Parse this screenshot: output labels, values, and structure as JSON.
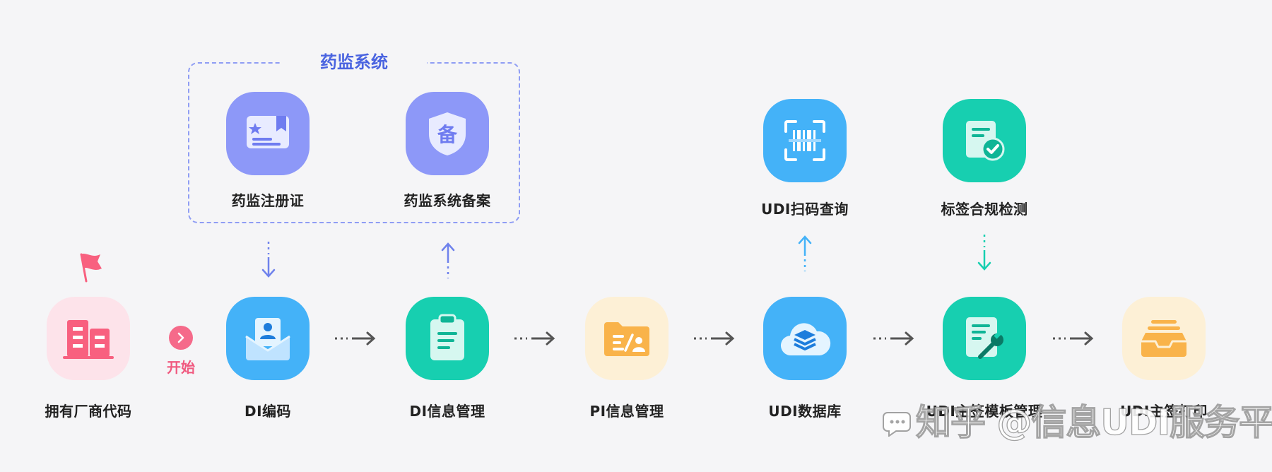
{
  "group": {
    "title": "药监系统"
  },
  "nodes": {
    "manufacturer": {
      "label": "拥有厂商代码",
      "icon": "building-icon",
      "color": "#f8607f"
    },
    "di_code": {
      "label": "DI编码",
      "icon": "id-card-envelope-icon",
      "color": "#44b2f8"
    },
    "di_info": {
      "label": "DI信息管理",
      "icon": "clipboard-icon",
      "color": "#17cfb0"
    },
    "pi_info": {
      "label": "PI信息管理",
      "icon": "folder-edit-icon",
      "color": "#f9b34a"
    },
    "udi_db": {
      "label": "UDI数据库",
      "icon": "cloud-database-icon",
      "color": "#44b2f8"
    },
    "udi_template": {
      "label": "UDI主签模板管理",
      "icon": "document-wrench-icon",
      "color": "#17cfb0"
    },
    "udi_print": {
      "label": "UDI主签打印",
      "icon": "tray-icon",
      "color": "#f9b34a"
    },
    "registration": {
      "label": "药监注册证",
      "icon": "certificate-icon",
      "color": "#8d98f8"
    },
    "filing": {
      "label": "药监系统备案",
      "icon": "shield-filing-icon",
      "color": "#8d98f8",
      "glyph": "备"
    },
    "scan_query": {
      "label": "UDI扫码查询",
      "icon": "barcode-scan-icon",
      "color": "#44b2f8"
    },
    "label_check": {
      "label": "标签合规检测",
      "icon": "document-check-icon",
      "color": "#17cfb0"
    }
  },
  "start": {
    "label": "开始",
    "icon": "chevron-right-icon",
    "flag_icon": "flag-icon"
  },
  "watermark": {
    "text": "知乎 @信息UDI服务平台",
    "icon": "zhihu-logo-icon"
  }
}
